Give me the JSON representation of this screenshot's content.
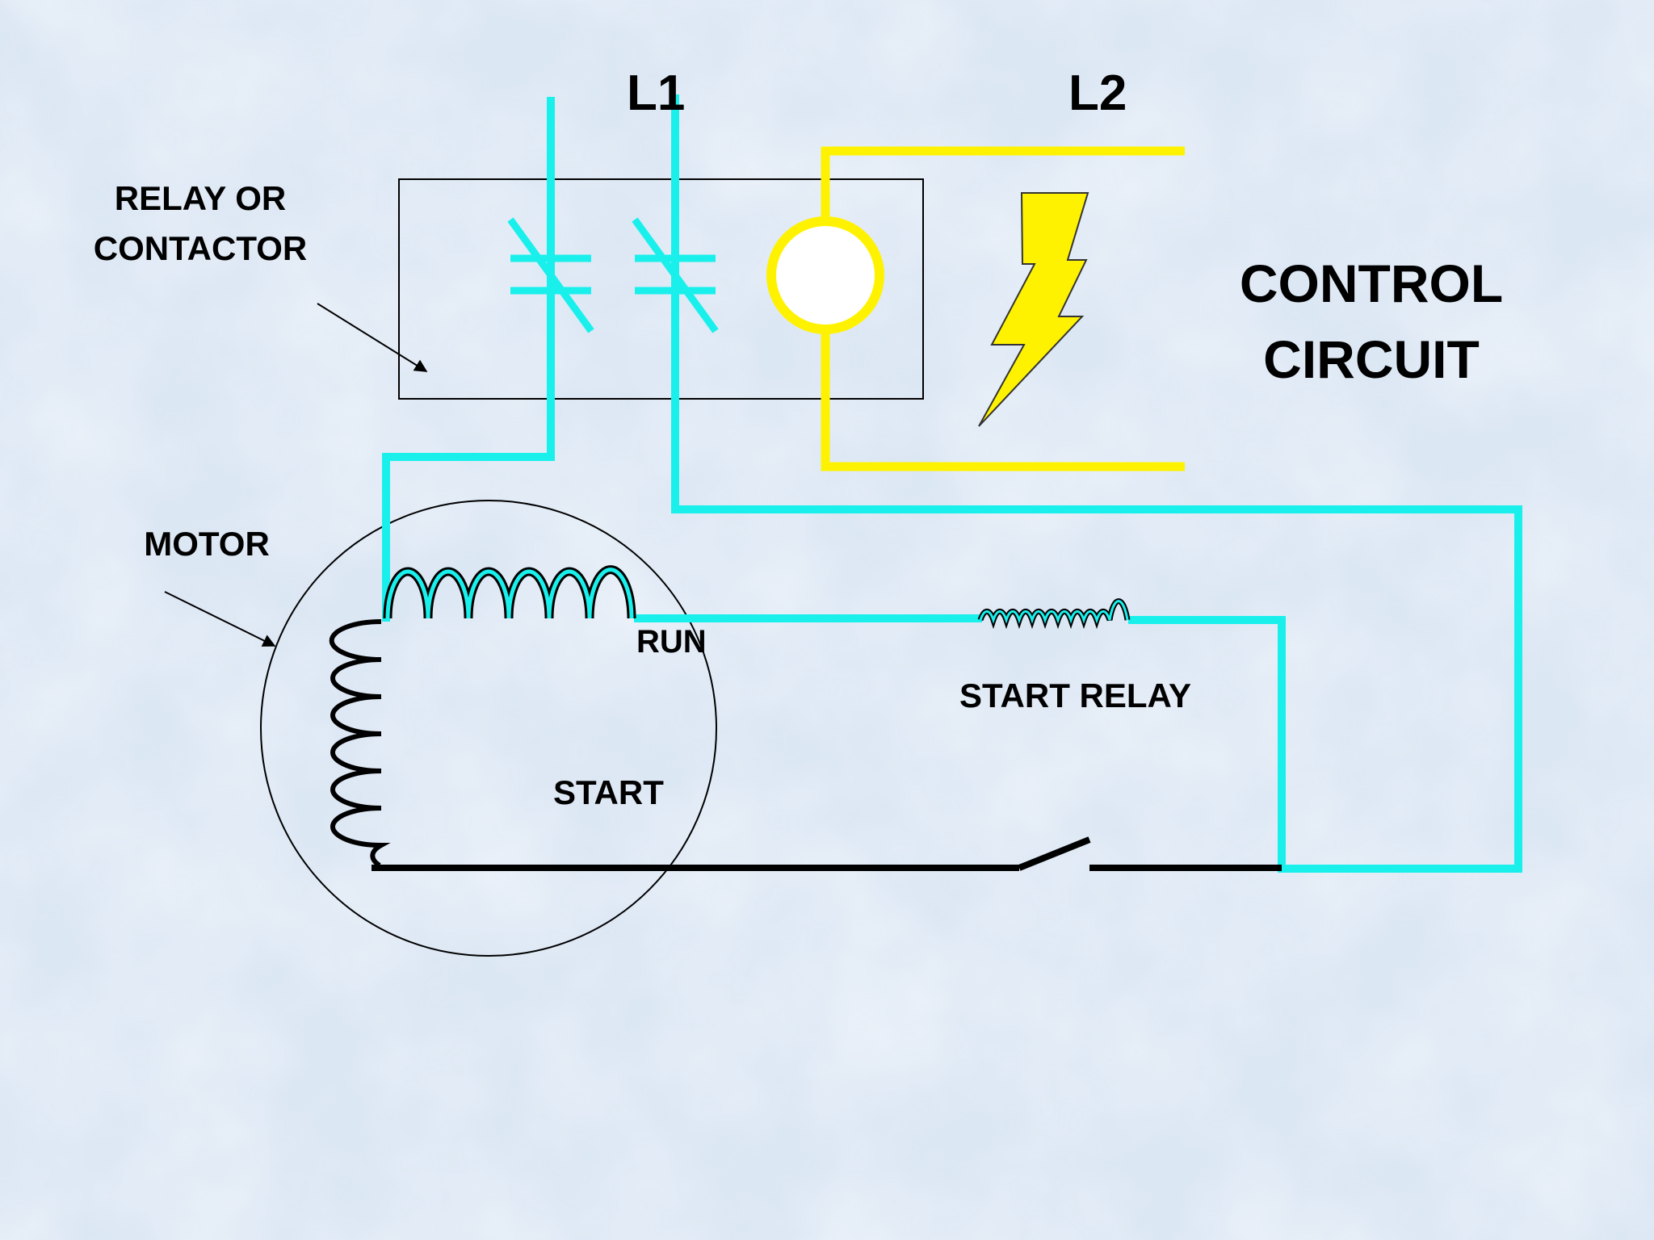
{
  "labels": {
    "l1": "L1",
    "l2": "L2",
    "relay_line1": "RELAY OR",
    "relay_line2": "CONTACTOR",
    "control_line1": "CONTROL",
    "control_line2": "CIRCUIT",
    "motor": "MOTOR",
    "run": "RUN",
    "start": "START",
    "start_relay": "START RELAY"
  },
  "colors": {
    "background": "#dfe9f5",
    "power_wire": "#19f0ec",
    "control_wire": "#fff200",
    "outline": "#000000",
    "coil_fill": "#ffffff"
  },
  "icons": {
    "control_power": "lightning-bolt-icon"
  }
}
